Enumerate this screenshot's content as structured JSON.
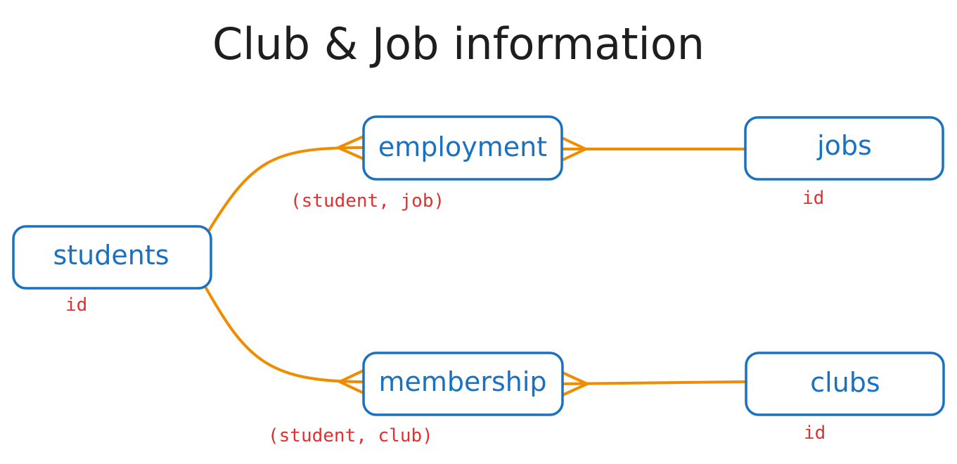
{
  "title": "Club & Job information",
  "colors": {
    "entity_stroke": "#1971c2",
    "entity_text": "#1971c2",
    "key_text": "#e03131",
    "relationship_line": "#f08c00",
    "title_text": "#1e1e1e"
  },
  "entities": {
    "students": {
      "label": "students",
      "key": "id"
    },
    "employment": {
      "label": "employment",
      "key": "(student, job)"
    },
    "jobs": {
      "label": "jobs",
      "key": "id"
    },
    "membership": {
      "label": "membership",
      "key": "(student, club)"
    },
    "clubs": {
      "label": "clubs",
      "key": "id"
    }
  },
  "relationships": [
    {
      "from": "students",
      "to": "employment",
      "to_end": "many"
    },
    {
      "from": "jobs",
      "to": "employment",
      "to_end": "many"
    },
    {
      "from": "students",
      "to": "membership",
      "to_end": "many"
    },
    {
      "from": "clubs",
      "to": "membership",
      "to_end": "many"
    }
  ]
}
